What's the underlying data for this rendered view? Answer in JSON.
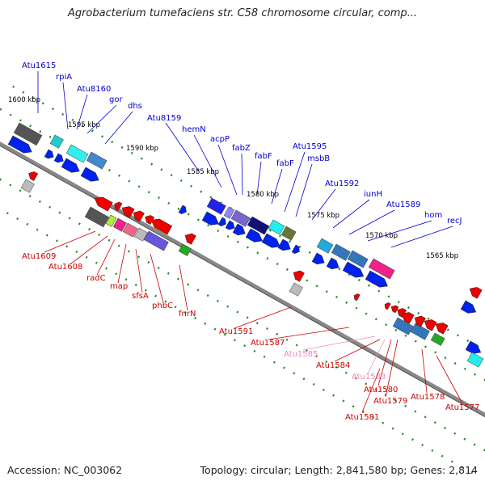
{
  "header": {
    "title": "Agrobacterium tumefaciens str. C58 chromosome circular, comp..."
  },
  "footer": {
    "accession_label": "Accession:",
    "accession_value": "NC_003062",
    "topology_label": "Topology:",
    "topology_value": "circular",
    "length_label": "Length:",
    "length_value": "2,841,580 bp",
    "genes_label": "Genes:",
    "genes_value": "2,814"
  },
  "colors": {
    "label_top": "#0000cc",
    "label_bottom": "#cc0000",
    "label_faded": "#ee88bb",
    "forward_gene": "#0022ee",
    "reverse_gene": "#ee0000",
    "backbone": "#888888",
    "tick": "#2a8a2a",
    "background": "#ffffff"
  },
  "ruler": {
    "unit": "kbp",
    "ticks": [
      "1600 kbp",
      "1595 kbp",
      "1590 kbp",
      "1585 kbp",
      "1580 kbp",
      "1575 kbp",
      "1570 kbp",
      "1565 kbp"
    ]
  },
  "genes_top": [
    "Atu1615",
    "rpiA",
    "Atu8160",
    "gor",
    "dhs",
    "Atu8159",
    "hemN",
    "acpP",
    "fabZ",
    "fabF",
    "fabF",
    "Atu1595",
    "msbB",
    "Atu1592",
    "iunH",
    "Atu1589",
    "hom",
    "recJ"
  ],
  "genes_bottom": [
    "Atu1609",
    "Atu1608",
    "radC",
    "map",
    "sfsA",
    "phbC",
    "fnrN",
    "Atu1591",
    "Atu1587",
    "Atu1585",
    "Atu1584",
    "Atu1583",
    "Atu1580",
    "Atu1579",
    "Atu1581",
    "Atu1578",
    "Atu1577"
  ]
}
